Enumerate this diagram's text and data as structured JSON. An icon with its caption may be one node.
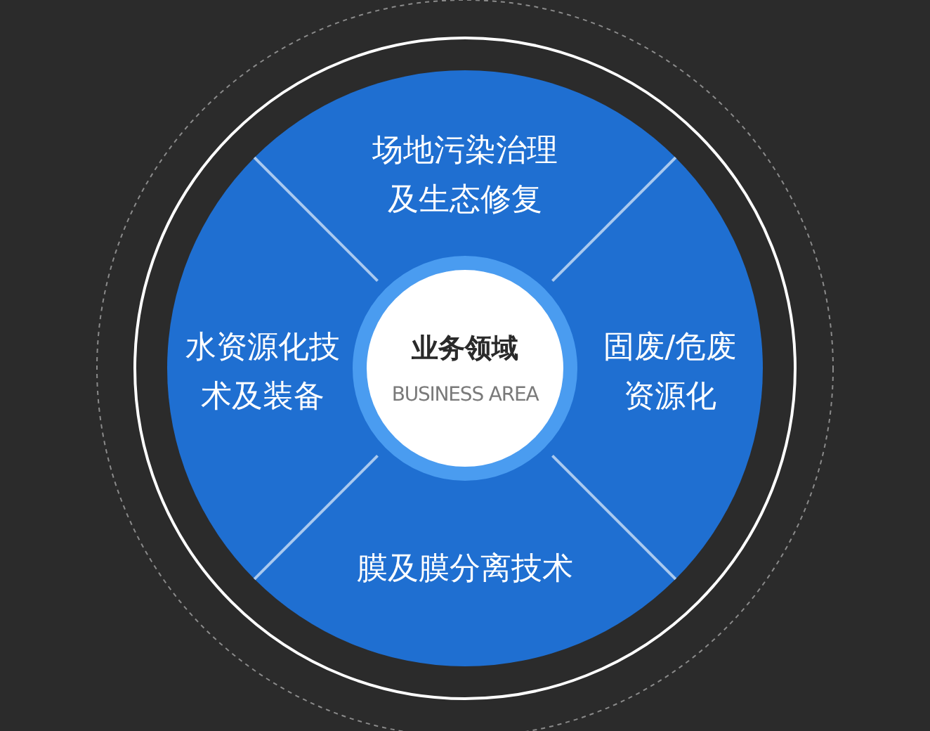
{
  "diagram": {
    "nodes": [
      {
        "text": [
          "场地污染治理及生态修复"
        ]
      },
      {
        "text": [
          "水资源化技术及装备"
        ]
      },
      {
        "text": [
          "业务领域",
          "BUSINESS AREA"
        ]
      },
      {
        "text": [
          "固废/危废资源化"
        ]
      },
      {
        "text": [
          "膜及膜分离技术"
        ]
      }
    ]
  }
}
